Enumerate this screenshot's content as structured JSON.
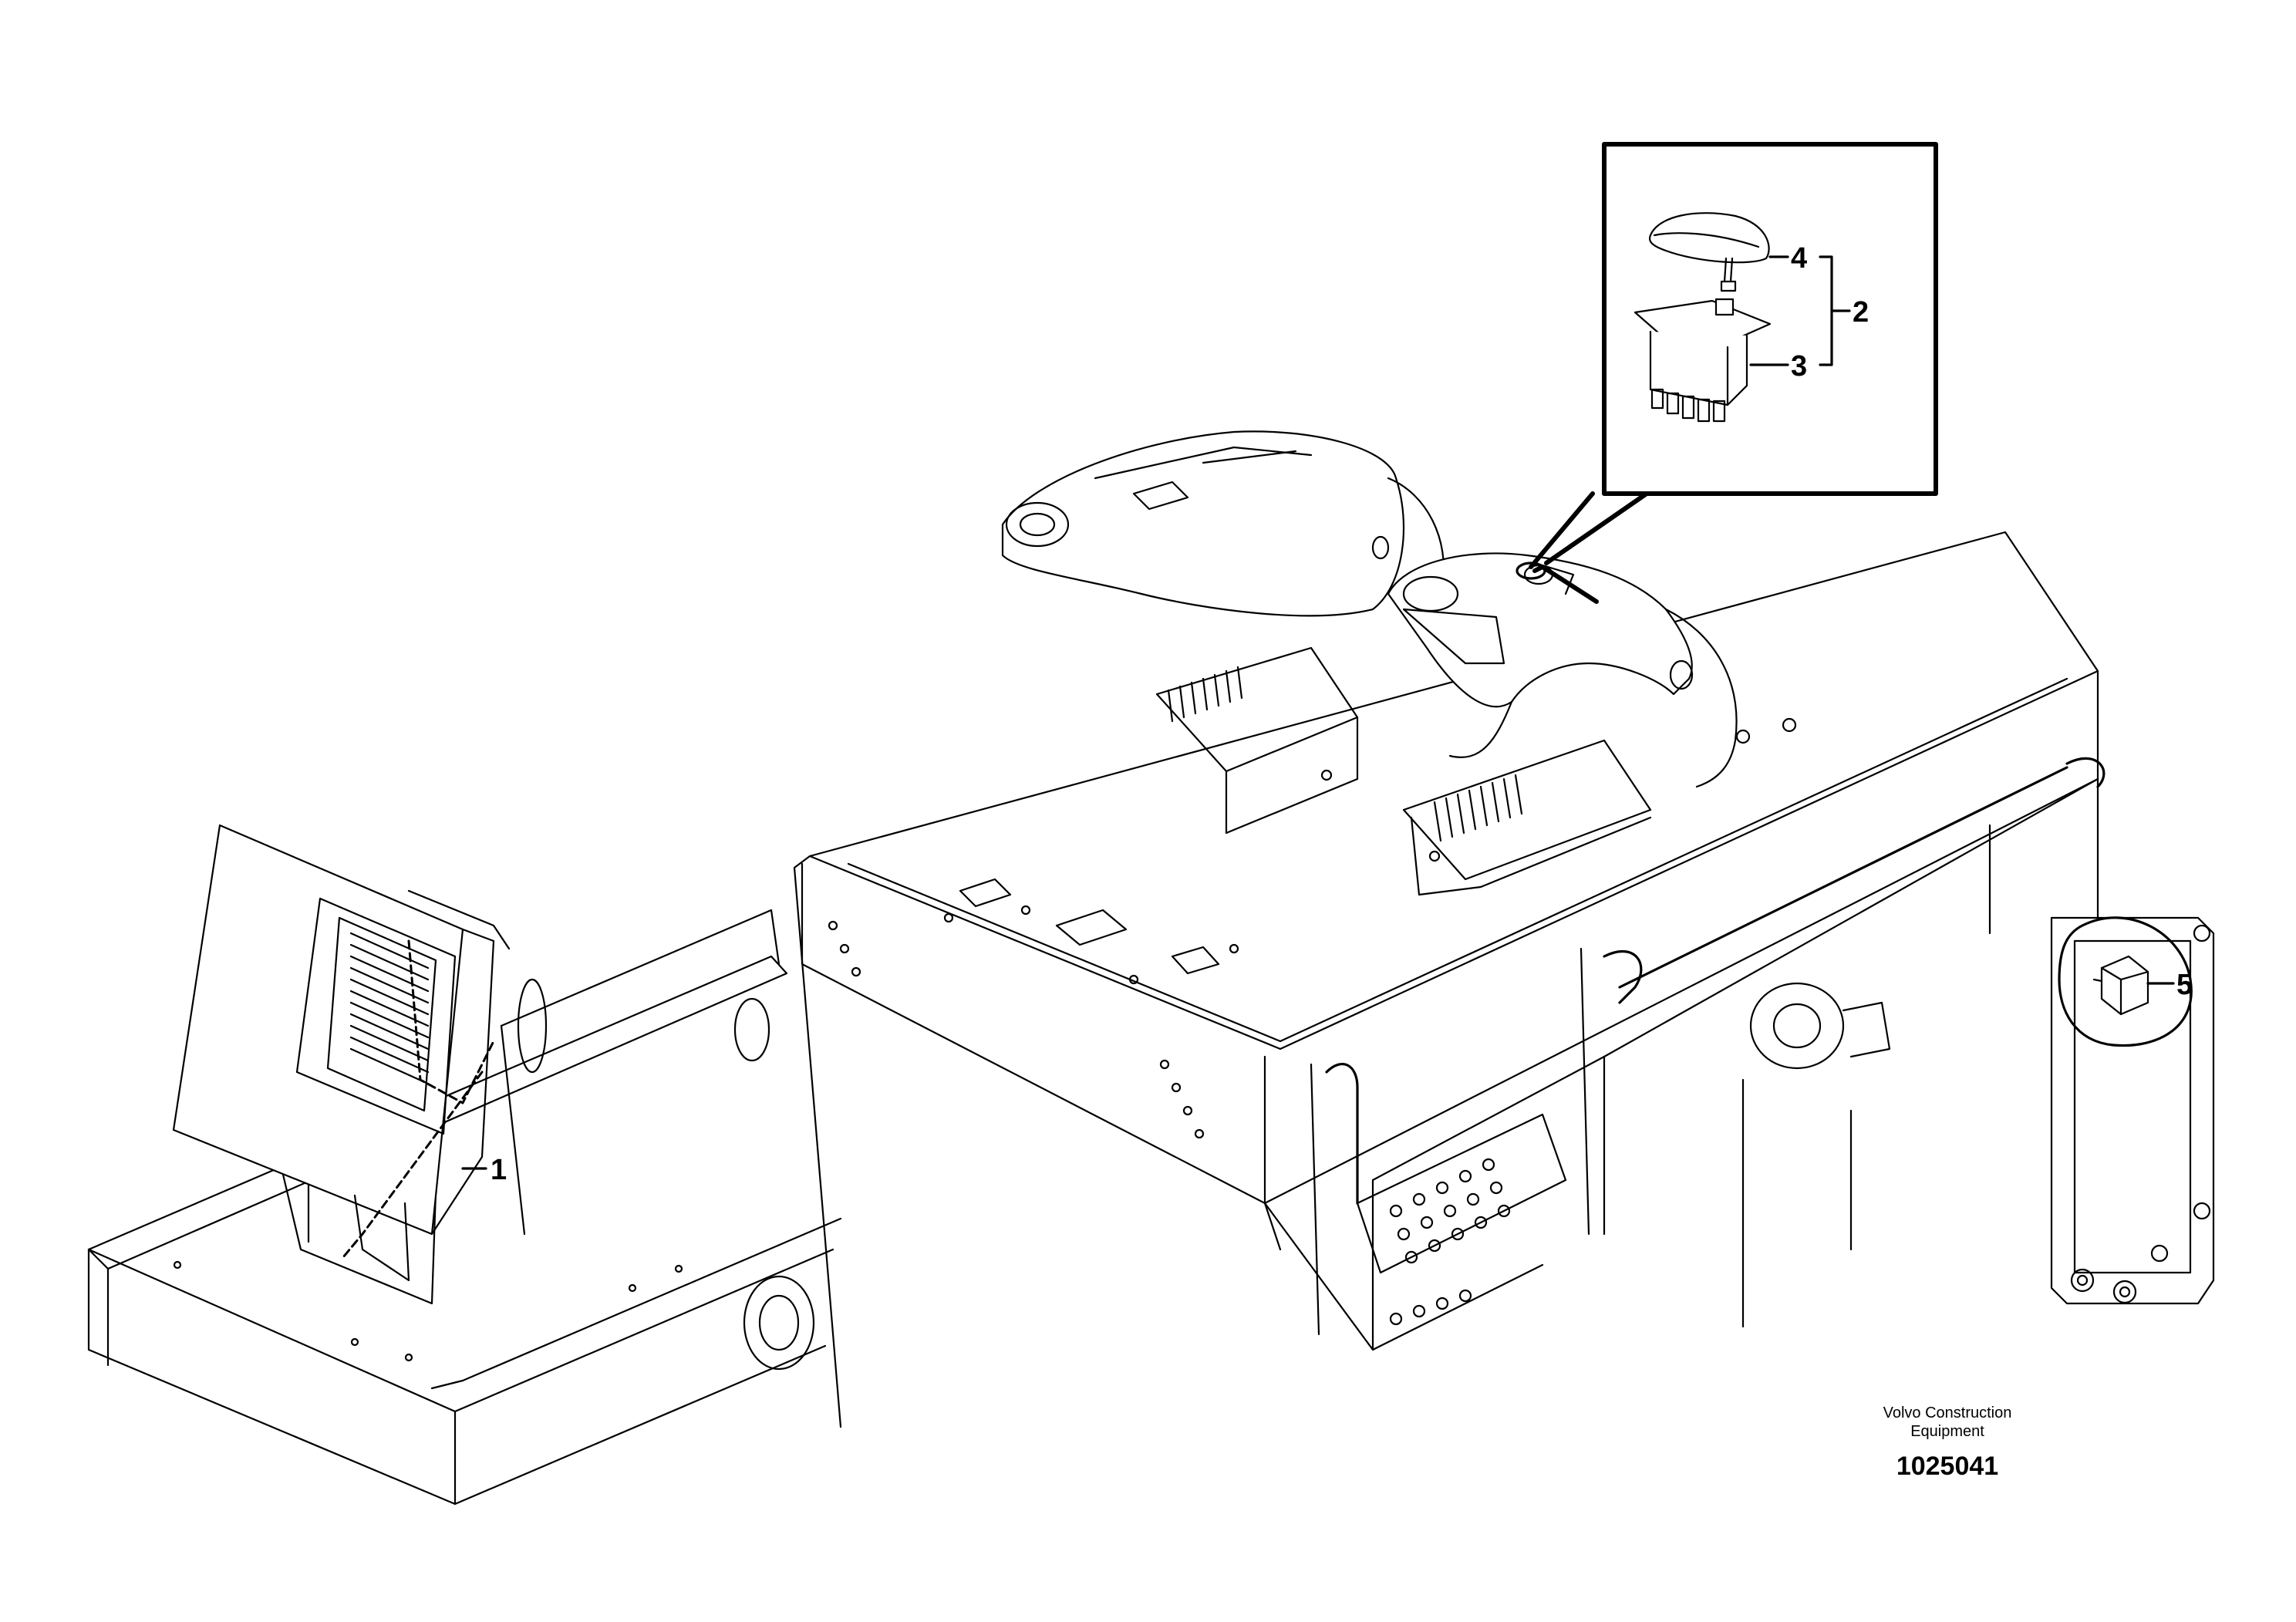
{
  "callouts": {
    "c1": "1",
    "c2": "2",
    "c3": "3",
    "c4": "4",
    "c5": "5"
  },
  "credit": {
    "line1": "Volvo Construction",
    "line2": "Equipment",
    "figure_number": "1025041"
  }
}
